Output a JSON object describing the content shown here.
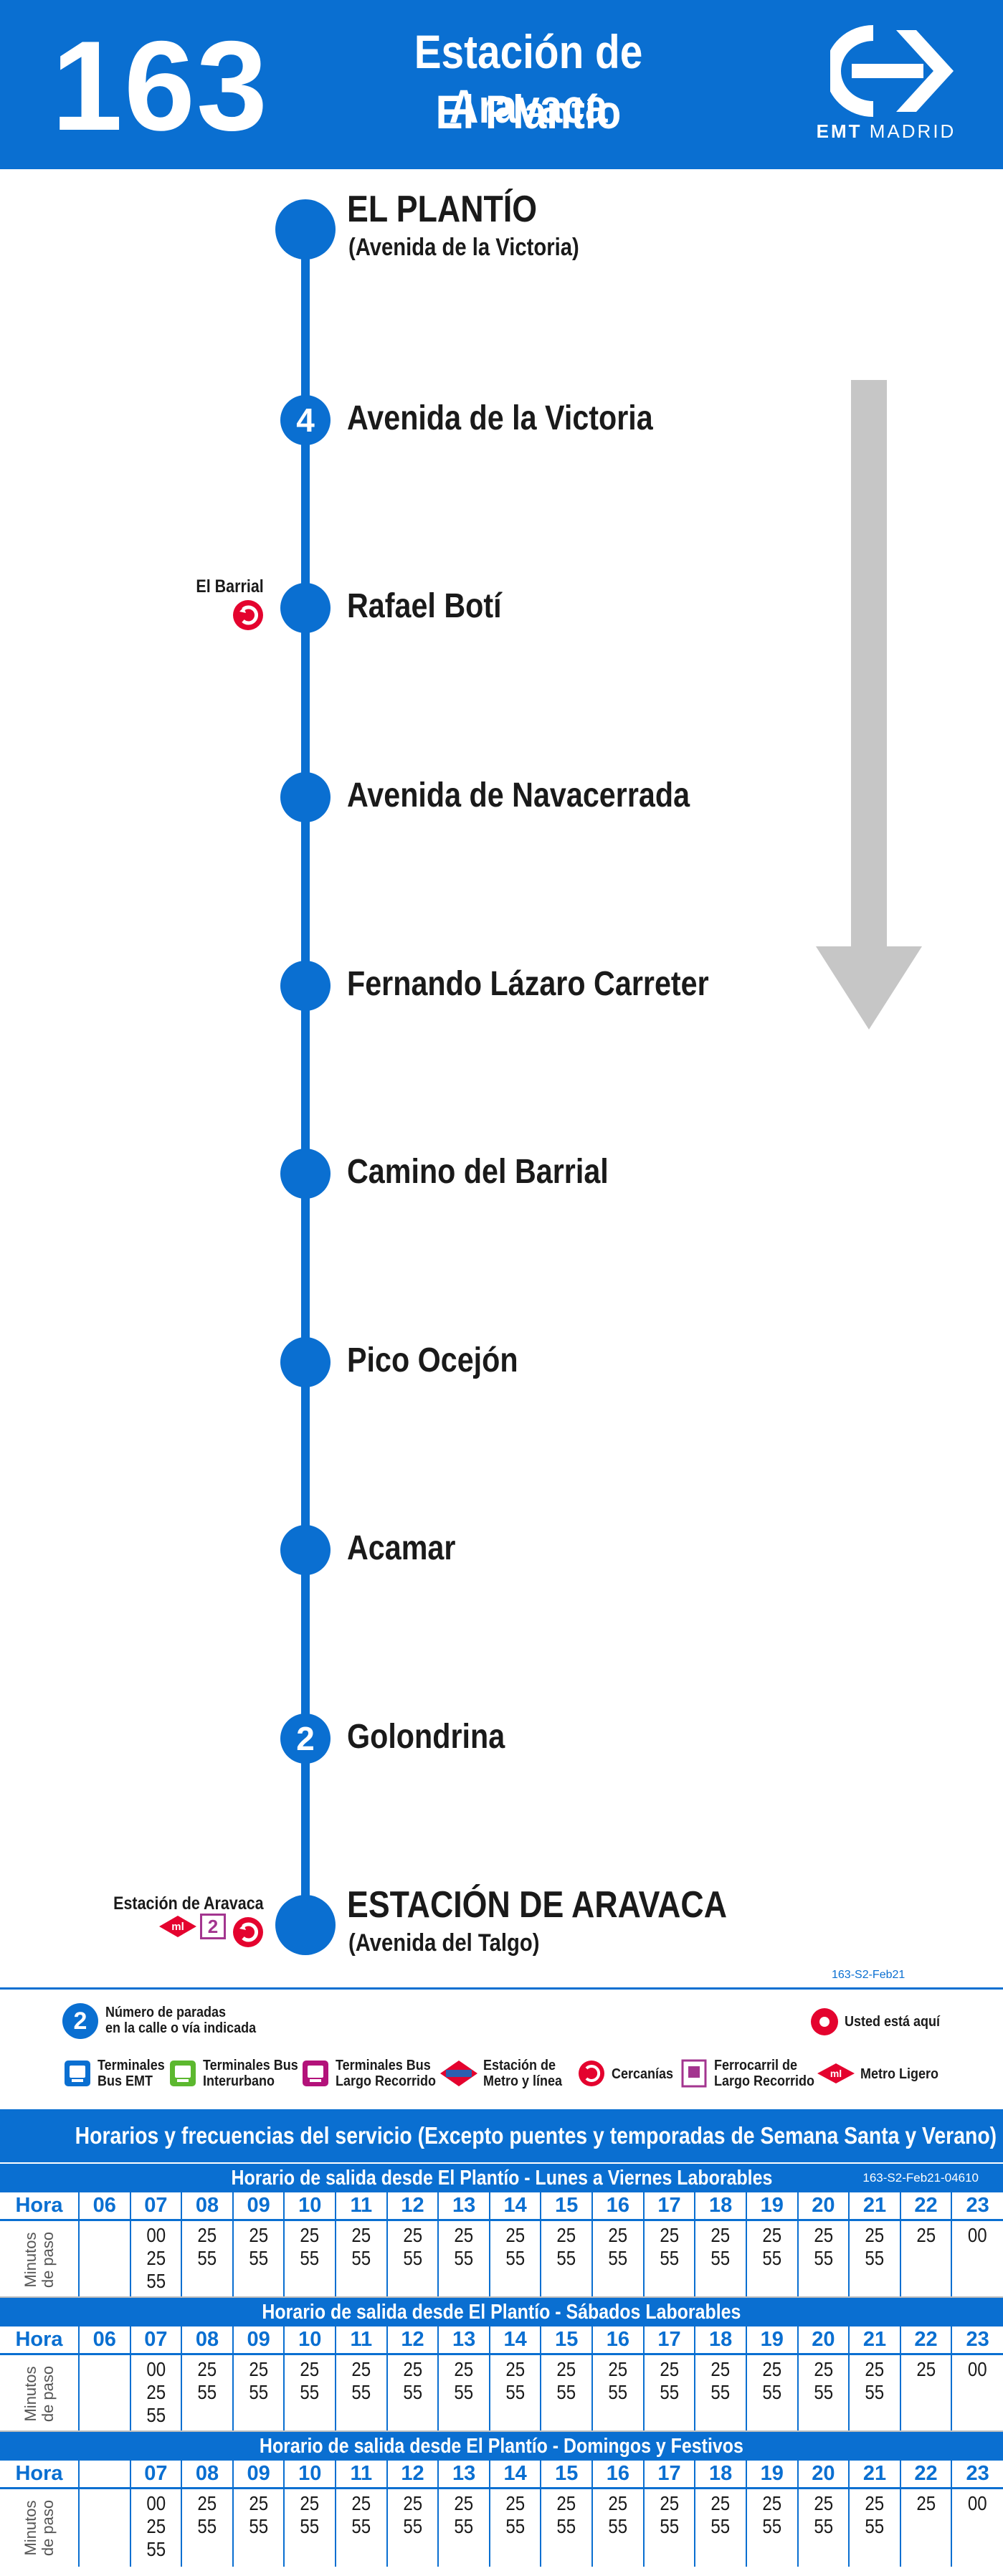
{
  "header": {
    "route_number": "163",
    "destination_line1": "Estación de Aravaca",
    "destination_line2": "El Plantío",
    "logo_text_bold": "EMT",
    "logo_text": "MADRID",
    "logo_icon": "emt-logo-icon"
  },
  "colors": {
    "primary_blue": "#0a6fd1",
    "cercanias_red": "#e4032e",
    "metro_red": "#e4032e",
    "arrow_grey": "#c6c6c6",
    "metro_line2_purple": "#a3358f"
  },
  "route": {
    "direction_icon": "down-arrow-icon",
    "stops": [
      {
        "name": "EL PLANTÍO",
        "sub": "(Avenida de la Victoria)",
        "terminal": true
      },
      {
        "name": "Avenida de la Victoria",
        "stop_count": "4"
      },
      {
        "name": "Rafael Botí",
        "connection_label": "El Barrial",
        "connections": [
          "cercanias-icon"
        ]
      },
      {
        "name": "Avenida de Navacerrada"
      },
      {
        "name": "Fernando Lázaro Carreter"
      },
      {
        "name": "Camino del Barrial"
      },
      {
        "name": "Pico Ocejón"
      },
      {
        "name": "Acamar"
      },
      {
        "name": "Golondrina",
        "stop_count": "2"
      },
      {
        "name": "ESTACIÓN DE ARAVACA",
        "sub": "(Avenida del Talgo)",
        "terminal": true,
        "connection_label": "Estación de Aravaca",
        "connections": [
          "metro-ligero-icon",
          "metro-ligero-line-2",
          "cercanias-icon"
        ],
        "metro_ligero_line": "2"
      }
    ],
    "plate_code": "163-S2-Feb21"
  },
  "legend": {
    "stops_count_sample": "2",
    "stops_count_text": [
      "Número de paradas",
      "en la calle o vía indicada"
    ],
    "you_are_here": "Usted está aquí",
    "items": [
      {
        "icon": "bus-emt-terminal-icon",
        "text": [
          "Terminales",
          "Bus EMT"
        ]
      },
      {
        "icon": "interurban-bus-terminal-icon",
        "text": [
          "Terminales Bus",
          "Interurbano"
        ]
      },
      {
        "icon": "long-distance-bus-terminal-icon",
        "text": [
          "Terminales Bus",
          "Largo Recorrido"
        ]
      },
      {
        "icon": "metro-icon",
        "text": [
          "Estación de",
          "Metro y línea"
        ]
      },
      {
        "icon": "cercanias-icon",
        "text": [
          "Cercanías"
        ]
      },
      {
        "icon": "long-distance-rail-icon",
        "text": [
          "Ferrocarril de",
          "Largo Recorrido"
        ]
      },
      {
        "icon": "metro-ligero-icon",
        "text": [
          "Metro Ligero"
        ]
      }
    ]
  },
  "timetable": {
    "banner": "Horarios y frecuencias del servicio (Excepto puentes y temporadas de Semana Santa y Verano)",
    "hour_header": "Hora",
    "row_label": [
      "Minutos",
      "de paso"
    ],
    "code": "163-S2-Feb21-04610",
    "sections": [
      {
        "title": "Horario de salida desde El Plantío  - Lunes a Viernes Laborables",
        "show_code": true,
        "hours": [
          "06",
          "07",
          "08",
          "09",
          "10",
          "11",
          "12",
          "13",
          "14",
          "15",
          "16",
          "17",
          "18",
          "19",
          "20",
          "21",
          "22",
          "23"
        ],
        "minutes": [
          [],
          [
            "00",
            "25",
            "55"
          ],
          [
            "25",
            "55"
          ],
          [
            "25",
            "55"
          ],
          [
            "25",
            "55"
          ],
          [
            "25",
            "55"
          ],
          [
            "25",
            "55"
          ],
          [
            "25",
            "55"
          ],
          [
            "25",
            "55"
          ],
          [
            "25",
            "55"
          ],
          [
            "25",
            "55"
          ],
          [
            "25",
            "55"
          ],
          [
            "25",
            "55"
          ],
          [
            "25",
            "55"
          ],
          [
            "25",
            "55"
          ],
          [
            "25",
            "55"
          ],
          [
            "25"
          ],
          [
            "00"
          ]
        ]
      },
      {
        "title": "Horario de salida desde El Plantío  - Sábados Laborables",
        "show_code": false,
        "hours": [
          "06",
          "07",
          "08",
          "09",
          "10",
          "11",
          "12",
          "13",
          "14",
          "15",
          "16",
          "17",
          "18",
          "19",
          "20",
          "21",
          "22",
          "23"
        ],
        "minutes": [
          [],
          [
            "00",
            "25",
            "55"
          ],
          [
            "25",
            "55"
          ],
          [
            "25",
            "55"
          ],
          [
            "25",
            "55"
          ],
          [
            "25",
            "55"
          ],
          [
            "25",
            "55"
          ],
          [
            "25",
            "55"
          ],
          [
            "25",
            "55"
          ],
          [
            "25",
            "55"
          ],
          [
            "25",
            "55"
          ],
          [
            "25",
            "55"
          ],
          [
            "25",
            "55"
          ],
          [
            "25",
            "55"
          ],
          [
            "25",
            "55"
          ],
          [
            "25",
            "55"
          ],
          [
            "25"
          ],
          [
            "00"
          ]
        ]
      },
      {
        "title": "Horario de salida desde El Plantío - Domingos y Festivos",
        "show_code": false,
        "hours": [
          "",
          "07",
          "08",
          "09",
          "10",
          "11",
          "12",
          "13",
          "14",
          "15",
          "16",
          "17",
          "18",
          "19",
          "20",
          "21",
          "22",
          "23"
        ],
        "minutes": [
          [],
          [
            "00",
            "25",
            "55"
          ],
          [
            "25",
            "55"
          ],
          [
            "25",
            "55"
          ],
          [
            "25",
            "55"
          ],
          [
            "25",
            "55"
          ],
          [
            "25",
            "55"
          ],
          [
            "25",
            "55"
          ],
          [
            "25",
            "55"
          ],
          [
            "25",
            "55"
          ],
          [
            "25",
            "55"
          ],
          [
            "25",
            "55"
          ],
          [
            "25",
            "55"
          ],
          [
            "25",
            "55"
          ],
          [
            "25",
            "55"
          ],
          [
            "25",
            "55"
          ],
          [
            "25"
          ],
          [
            "00"
          ]
        ]
      }
    ]
  }
}
